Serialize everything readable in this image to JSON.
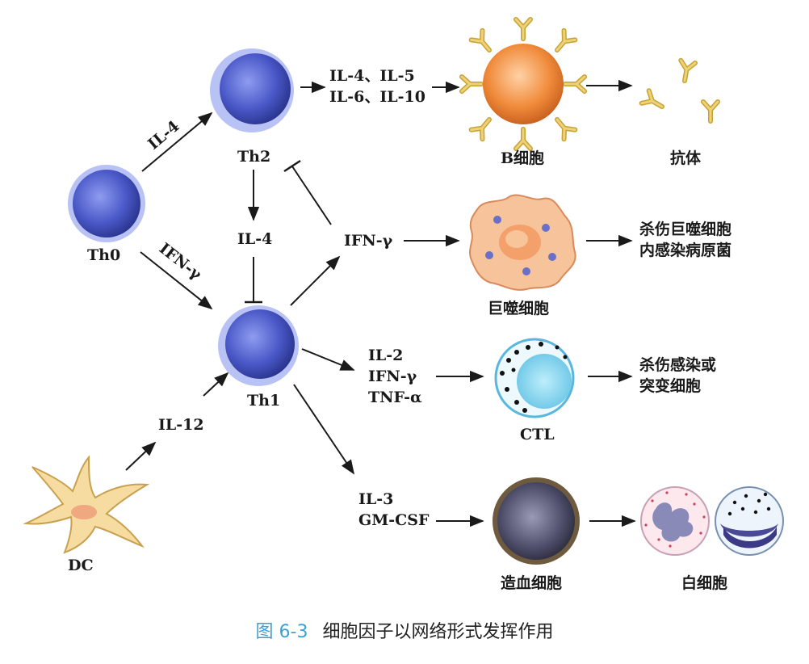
{
  "cells": {
    "th0": "Th0",
    "th2": "Th2",
    "th1": "Th1",
    "dc": "DC",
    "b_cell": "B细胞",
    "antibody": "抗体",
    "macrophage": "巨噬细胞",
    "ctl": "CTL",
    "hematopoietic": "造血细胞",
    "leukocyte": "白细胞"
  },
  "cytokines": {
    "th0_to_th2": "IL-4",
    "th0_to_th1": "IFN-γ",
    "th2_to_b_line1": "IL-4、IL-5",
    "th2_to_b_line2": "IL-6、IL-10",
    "th2_inhibit_th1": "IL-4",
    "th1_ifn": "IFN-γ",
    "dc_to_th1": "IL-12",
    "th1_ctl_line1": "IL-2",
    "th1_ctl_line2": "IFN-γ",
    "th1_ctl_line3": "TNF-α",
    "th1_hemo_line1": "IL-3",
    "th1_hemo_line2": "GM-CSF"
  },
  "effects": {
    "macrophage_line1": "杀伤巨噬细胞",
    "macrophage_line2": "内感染病原菌",
    "ctl_line1": "杀伤感染或",
    "ctl_line2": "突变细胞"
  },
  "caption": {
    "number": "图 6-3",
    "text": "细胞因子以网络形式发挥作用"
  },
  "colors": {
    "th_cell": "#4a58c8",
    "b_cell": "#f08a3a",
    "antibody": "#d8b84a",
    "macrophage": "#f6c39a",
    "ctl": "#7fd0ec",
    "dc": "#f6dca0",
    "hematopoietic": "#4a4a66"
  }
}
